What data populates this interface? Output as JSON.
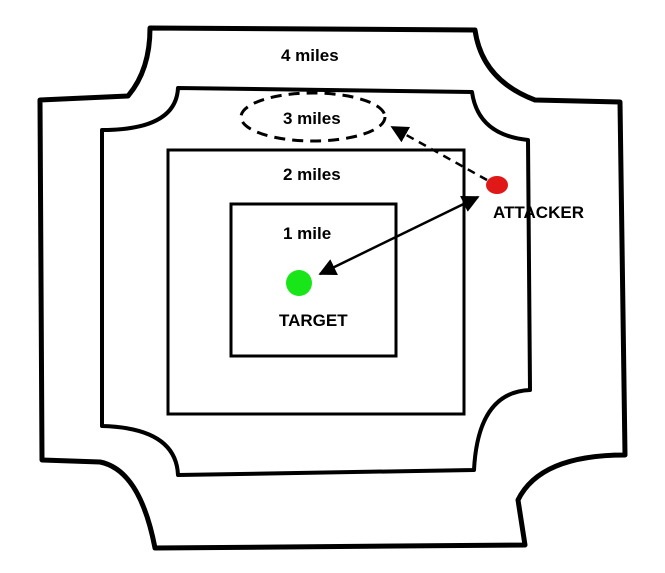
{
  "zones": {
    "four": "4 miles",
    "three": "3 miles",
    "two": "2 miles",
    "one": "1 mile"
  },
  "markers": {
    "target_label": "TARGET",
    "attacker_label": "ATTACKER"
  },
  "colors": {
    "target": "#19e619",
    "attacker": "#e01818",
    "line": "#000000",
    "background": "#ffffff"
  }
}
